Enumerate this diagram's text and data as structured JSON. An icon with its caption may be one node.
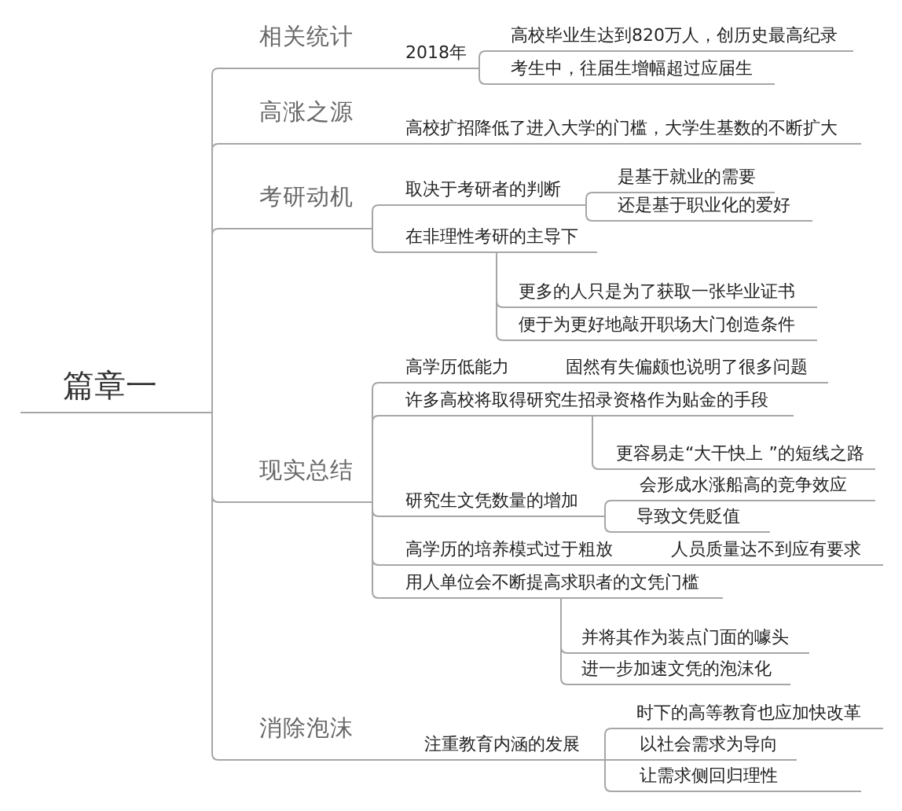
{
  "diagram": {
    "nodes": [
      {
        "text": [
          "篇章一"
        ]
      },
      {
        "text": [
          "相关统计"
        ]
      },
      {
        "text": [
          "2018年"
        ]
      },
      {
        "text": [
          "高校毕业生达到820万人，创历史最高纪录"
        ]
      },
      {
        "text": [
          "考生中，往届生增幅超过应届生"
        ]
      },
      {
        "text": [
          "高涨之源"
        ]
      },
      {
        "text": [
          "高校扩招降低了进入大学的门槛，大学生基数的不断扩大"
        ]
      },
      {
        "text": [
          "考研动机"
        ]
      },
      {
        "text": [
          "取决于考研者的判断"
        ]
      },
      {
        "text": [
          "是基于就业的需要"
        ]
      },
      {
        "text": [
          "还是基于职业化的爱好"
        ]
      },
      {
        "text": [
          "在非理性考研的主导下"
        ]
      },
      {
        "text": [
          "更多的人只是为了获取一张毕业证书"
        ]
      },
      {
        "text": [
          "便于为更好地敲开职场大门创造条件"
        ]
      },
      {
        "text": [
          "现实总结"
        ]
      },
      {
        "text": [
          "高学历低能力"
        ]
      },
      {
        "text": [
          "固然有失偏颇也说明了很多问题"
        ]
      },
      {
        "text": [
          "许多高校将取得研究生招录资格作为贴金的手段"
        ]
      },
      {
        "text": [
          "更容易走“大干快上 ”的短线之路"
        ]
      },
      {
        "text": [
          "研究生文凭数量的增加"
        ]
      },
      {
        "text": [
          "会形成水涨船高的竞争效应"
        ]
      },
      {
        "text": [
          "导致文凭贬值"
        ]
      },
      {
        "text": [
          "高学历的培养模式过于粗放"
        ]
      },
      {
        "text": [
          "人员质量达不到应有要求"
        ]
      },
      {
        "text": [
          "用人单位会不断提高求职者的文凭门槛"
        ]
      },
      {
        "text": [
          "并将其作为装点门面的噱头"
        ]
      },
      {
        "text": [
          "进一步加速文凭的泡沫化"
        ]
      },
      {
        "text": [
          "消除泡沫"
        ]
      },
      {
        "text": [
          "注重教育内涵的发展"
        ]
      },
      {
        "text": [
          "时下的高等教育也应加快改革"
        ]
      },
      {
        "text": [
          "以社会需求为导向"
        ]
      },
      {
        "text": [
          "让需求侧回归理性"
        ]
      }
    ],
    "edges": [
      {
        "from": 0,
        "to": 1,
        "arrow": "none"
      },
      {
        "from": 1,
        "to": 2,
        "arrow": "none"
      },
      {
        "from": 2,
        "to": 3,
        "arrow": "none"
      },
      {
        "from": 2,
        "to": 4,
        "arrow": "none"
      },
      {
        "from": 0,
        "to": 5,
        "arrow": "none"
      },
      {
        "from": 5,
        "to": 6,
        "arrow": "none"
      },
      {
        "from": 0,
        "to": 7,
        "arrow": "none"
      },
      {
        "from": 7,
        "to": 8,
        "arrow": "none"
      },
      {
        "from": 8,
        "to": 9,
        "arrow": "none"
      },
      {
        "from": 8,
        "to": 10,
        "arrow": "none"
      },
      {
        "from": 7,
        "to": 11,
        "arrow": "none"
      },
      {
        "from": 11,
        "to": 12,
        "arrow": "none"
      },
      {
        "from": 11,
        "to": 13,
        "arrow": "none"
      },
      {
        "from": 0,
        "to": 14,
        "arrow": "none"
      },
      {
        "from": 14,
        "to": 15,
        "arrow": "none"
      },
      {
        "from": 15,
        "to": 16,
        "arrow": "none"
      },
      {
        "from": 14,
        "to": 17,
        "arrow": "none"
      },
      {
        "from": 17,
        "to": 18,
        "arrow": "none"
      },
      {
        "from": 14,
        "to": 19,
        "arrow": "none"
      },
      {
        "from": 19,
        "to": 20,
        "arrow": "none"
      },
      {
        "from": 19,
        "to": 21,
        "arrow": "none"
      },
      {
        "from": 14,
        "to": 22,
        "arrow": "none"
      },
      {
        "from": 22,
        "to": 23,
        "arrow": "none"
      },
      {
        "from": 14,
        "to": 24,
        "arrow": "none"
      },
      {
        "from": 24,
        "to": 25,
        "arrow": "none"
      },
      {
        "from": 24,
        "to": 26,
        "arrow": "none"
      },
      {
        "from": 0,
        "to": 27,
        "arrow": "none"
      },
      {
        "from": 27,
        "to": 28,
        "arrow": "none"
      },
      {
        "from": 28,
        "to": 29,
        "arrow": "none"
      },
      {
        "from": 28,
        "to": 30,
        "arrow": "none"
      },
      {
        "from": 28,
        "to": 31,
        "arrow": "none"
      }
    ]
  }
}
